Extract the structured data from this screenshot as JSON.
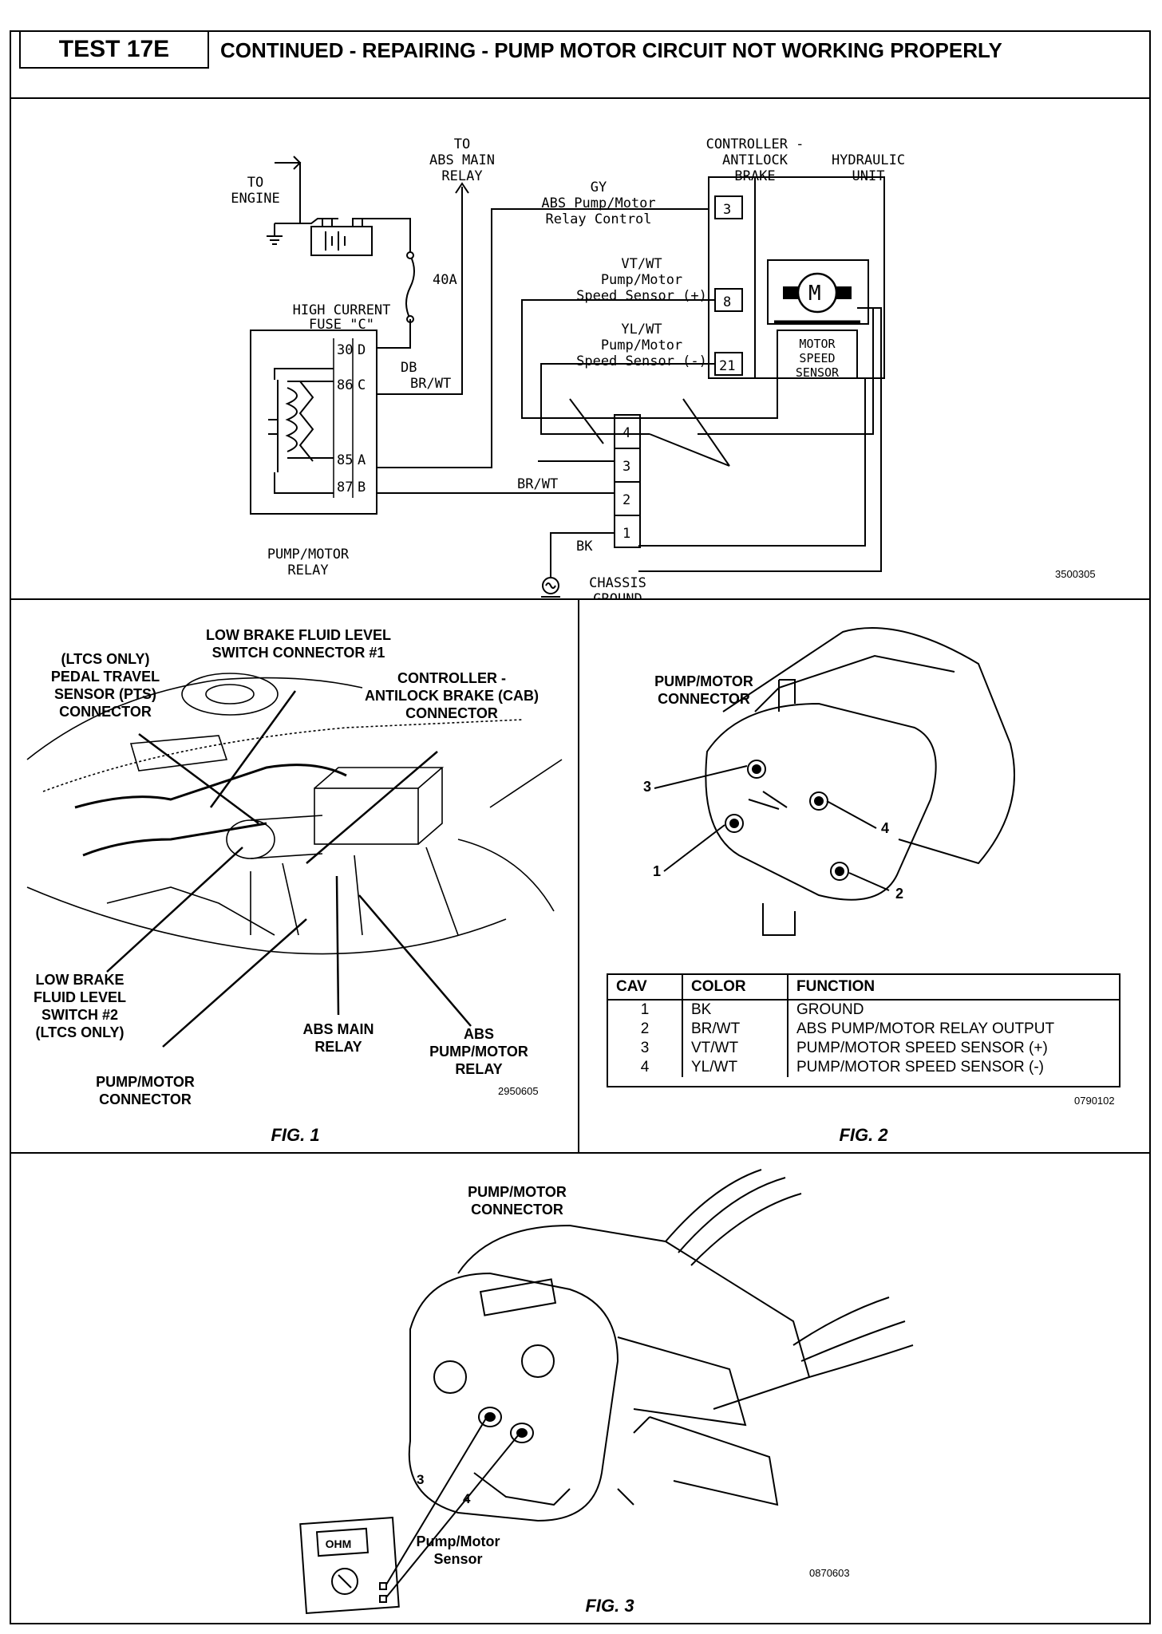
{
  "header": {
    "test_id": "TEST 17E",
    "title": "CONTINUED - REPAIRING - PUMP MOTOR CIRCUIT NOT WORKING PROPERLY"
  },
  "schematic": {
    "to_engine": [
      "TO",
      "ENGINE"
    ],
    "to_abs_main_relay": [
      "TO",
      "ABS MAIN",
      "RELAY"
    ],
    "controller": [
      "CONTROLLER -",
      "ANTILOCK",
      "BRAKE"
    ],
    "hydraulic_unit": [
      "HYDRAULIC",
      "UNIT"
    ],
    "high_current_fuse": [
      "HIGH CURRENT",
      "FUSE \"C\""
    ],
    "fuse_rating": "40A",
    "wire_db": "DB",
    "wire_br_wt_top": "BR/WT",
    "wire_br_wt_bottom": "BR/WT",
    "wire_bk": "BK",
    "gy_label": [
      "GY",
      "ABS Pump/Motor",
      "Relay Control"
    ],
    "vt_label": [
      "VT/WT",
      "Pump/Motor",
      "Speed Sensor (+)"
    ],
    "yl_label": [
      "YL/WT",
      "Pump/Motor",
      "Speed Sensor (-)"
    ],
    "cab_pins": [
      "3",
      "8",
      "21"
    ],
    "motor_symbol": "M",
    "motor_speed_sensor": [
      "MOTOR",
      "SPEED",
      "SENSOR"
    ],
    "relay_pins": [
      {
        "num": "30",
        "letter": "D"
      },
      {
        "num": "86",
        "letter": "C"
      },
      {
        "num": "85",
        "letter": "A"
      },
      {
        "num": "87",
        "letter": "B"
      }
    ],
    "pump_motor_relay": [
      "PUMP/MOTOR",
      "RELAY"
    ],
    "connector_pins": [
      "4",
      "3",
      "2",
      "1"
    ],
    "chassis_ground": [
      "CHASSIS",
      "GROUND"
    ],
    "ref_number": "3500305"
  },
  "fig1": {
    "caption": "FIG. 1",
    "ref_number": "2950605",
    "labels": {
      "ltcs_pts": [
        "(LTCS ONLY)",
        "PEDAL TRAVEL",
        "SENSOR (PTS)",
        "CONNECTOR"
      ],
      "low_brake_1": [
        "LOW BRAKE FLUID LEVEL",
        "SWITCH CONNECTOR #1"
      ],
      "cab_connector": [
        "CONTROLLER -",
        "ANTILOCK BRAKE (CAB)",
        "CONNECTOR"
      ],
      "low_brake_2": [
        "LOW BRAKE",
        "FLUID LEVEL",
        "SWITCH #2",
        "(LTCS ONLY)"
      ],
      "abs_main_relay": [
        "ABS MAIN",
        "RELAY"
      ],
      "abs_pump_motor_relay": [
        "ABS",
        "PUMP/MOTOR",
        "RELAY"
      ],
      "pump_motor_connector": [
        "PUMP/MOTOR",
        "CONNECTOR"
      ]
    }
  },
  "fig2": {
    "caption": "FIG. 2",
    "ref_number": "0790102",
    "title": [
      "PUMP/MOTOR",
      "CONNECTOR"
    ],
    "pin_labels": [
      "3",
      "4",
      "1",
      "2"
    ],
    "table": {
      "headers": [
        "CAV",
        "COLOR",
        "FUNCTION"
      ],
      "rows": [
        [
          "1",
          "BK",
          "GROUND"
        ],
        [
          "2",
          "BR/WT",
          "ABS PUMP/MOTOR RELAY OUTPUT"
        ],
        [
          "3",
          "VT/WT",
          "PUMP/MOTOR SPEED SENSOR (+)"
        ],
        [
          "4",
          "YL/WT",
          "PUMP/MOTOR SPEED SENSOR (-)"
        ]
      ]
    }
  },
  "fig3": {
    "caption": "FIG. 3",
    "ref_number": "0870603",
    "title": [
      "PUMP/MOTOR",
      "CONNECTOR"
    ],
    "meter_display": "OHM",
    "probe_labels": [
      "3",
      "4"
    ],
    "sensor_label": [
      "Pump/Motor",
      "Sensor"
    ]
  }
}
